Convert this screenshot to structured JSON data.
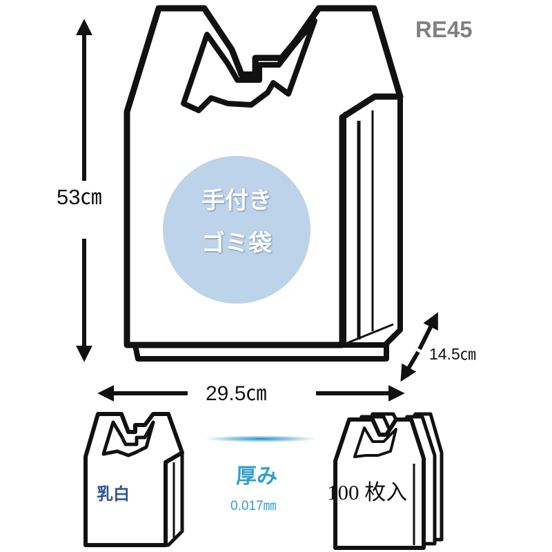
{
  "product_code": "RE45",
  "dimensions": {
    "height": "53㎝",
    "width": "29.5㎝",
    "depth": "14.5㎝"
  },
  "product_label": {
    "line1": "手付き",
    "line2": "ゴミ袋"
  },
  "color_label": "乳白",
  "thickness": {
    "label": "厚み",
    "value": "0.017㎜"
  },
  "count_label": "100 枚入",
  "colors": {
    "circle_fill": "#bcd3ea",
    "thickness_text": "#2e9fcf",
    "color_text": "#2f5597",
    "outline": "#111111",
    "code_text": "#808080"
  }
}
